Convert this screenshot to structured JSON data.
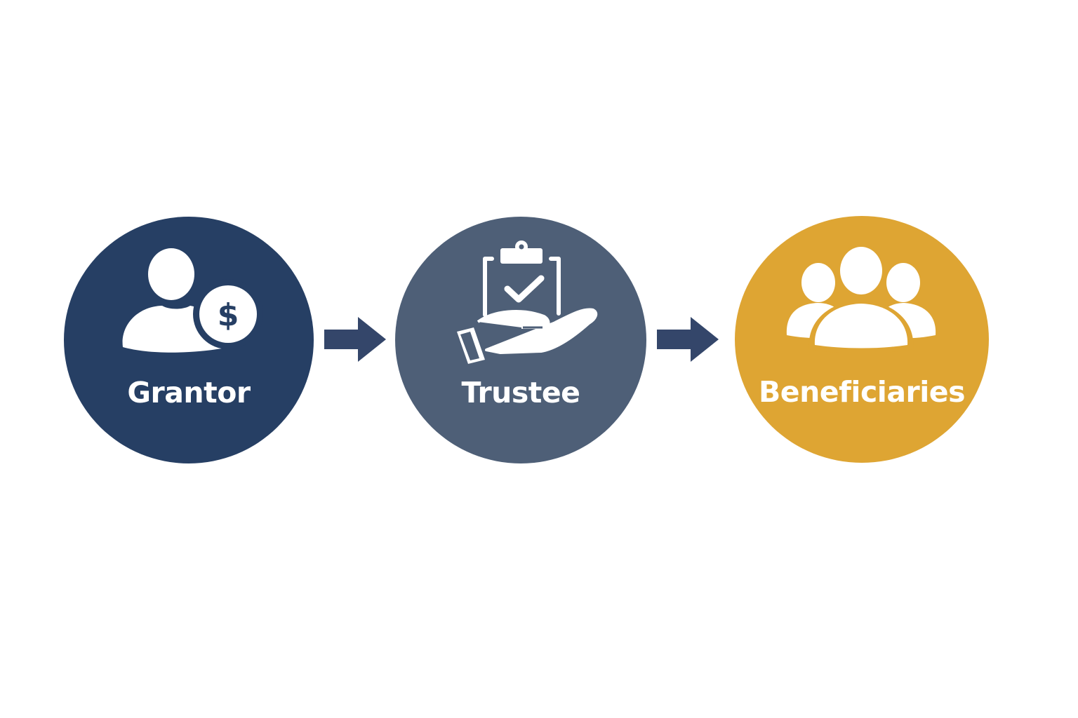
{
  "colors": {
    "background": "#ffffff",
    "arrow": "#34466a",
    "label": "#ffffff"
  },
  "nodes": [
    {
      "label": "Grantor",
      "icon": "person-dollar-icon",
      "color": "#263f64"
    },
    {
      "label": "Trustee",
      "icon": "hand-clipboard-check-icon",
      "color": "#4e5f77"
    },
    {
      "label": "Beneficiaries",
      "icon": "group-people-icon",
      "color": "#dea533"
    }
  ],
  "connectors": [
    {
      "from": "Grantor",
      "to": "Trustee",
      "icon": "arrow-right-icon"
    },
    {
      "from": "Trustee",
      "to": "Beneficiaries",
      "icon": "arrow-right-icon"
    }
  ]
}
